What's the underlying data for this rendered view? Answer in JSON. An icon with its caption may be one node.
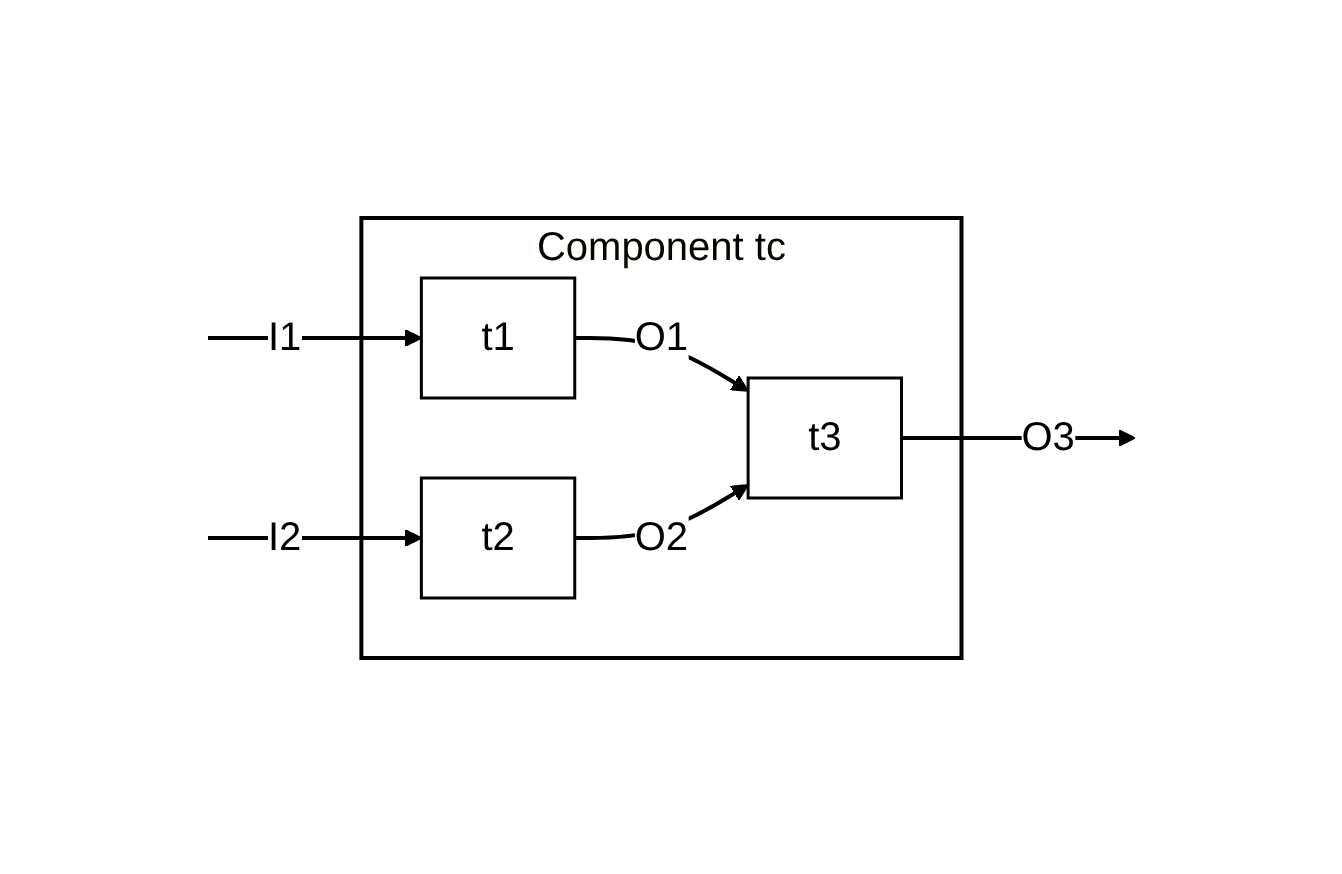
{
  "diagram": {
    "nodes": [
      {
        "text": [
          "Component tc"
        ]
      },
      {
        "text": [
          "t1"
        ],
        "in": 0
      },
      {
        "text": [
          "t2"
        ],
        "in": 0
      },
      {
        "text": [
          "t3"
        ],
        "in": 0
      }
    ],
    "edges": [
      {
        "from": null,
        "to": 1,
        "arrow": "to",
        "label": "I1"
      },
      {
        "from": null,
        "to": 2,
        "arrow": "to",
        "label": "I2"
      },
      {
        "from": 1,
        "to": 3,
        "arrow": "to",
        "label": "O1"
      },
      {
        "from": 2,
        "to": 3,
        "arrow": "to",
        "label": "O2"
      },
      {
        "from": 3,
        "to": null,
        "arrow": "to",
        "label": "O3"
      }
    ]
  }
}
